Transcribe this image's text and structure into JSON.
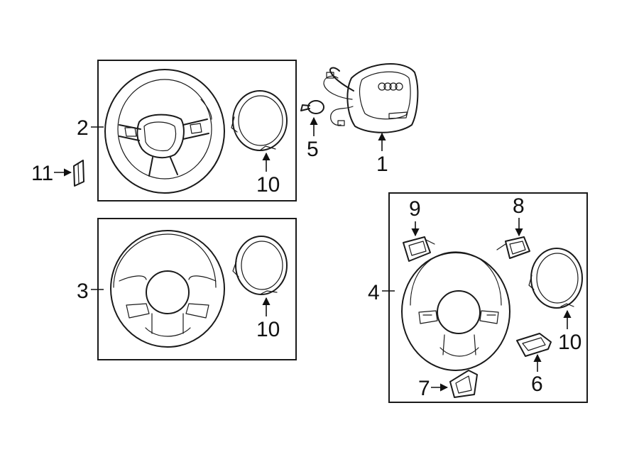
{
  "callouts": {
    "c1": "1",
    "c2": "2",
    "c3": "3",
    "c4": "4",
    "c5": "5",
    "c6": "6",
    "c7": "7",
    "c8": "8",
    "c9": "9",
    "c10a": "10",
    "c10b": "10",
    "c10c": "10",
    "c11": "11"
  },
  "brand": {
    "logo_rings": 4
  }
}
